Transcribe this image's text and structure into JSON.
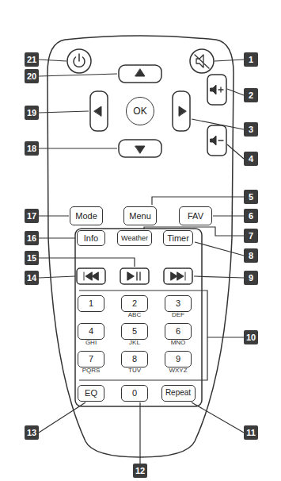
{
  "diagram": {
    "nodes": [
      {
        "text": [
          "OK"
        ]
      },
      {
        "text": [
          "Mode"
        ]
      },
      {
        "text": [
          "Menu"
        ]
      },
      {
        "text": [
          "FAV"
        ]
      },
      {
        "text": [
          "Info"
        ]
      },
      {
        "text": [
          "Weather"
        ]
      },
      {
        "text": [
          "Timer"
        ]
      },
      {
        "text": [
          "1"
        ]
      },
      {
        "text": [
          "2",
          "ABC"
        ]
      },
      {
        "text": [
          "3",
          "DEF"
        ]
      },
      {
        "text": [
          "4",
          "GHI"
        ]
      },
      {
        "text": [
          "5",
          "JKL"
        ]
      },
      {
        "text": [
          "6",
          "MNO"
        ]
      },
      {
        "text": [
          "7",
          "PQRS"
        ]
      },
      {
        "text": [
          "8",
          "TUV"
        ]
      },
      {
        "text": [
          "9",
          "WXYZ"
        ]
      },
      {
        "text": [
          "EQ"
        ]
      },
      {
        "text": [
          "0"
        ]
      },
      {
        "text": [
          "Repeat"
        ]
      }
    ],
    "labels": [
      "21",
      "1",
      "20",
      "2",
      "19",
      "3",
      "18",
      "4",
      "5",
      "17",
      "6",
      "16",
      "7",
      "15",
      "8",
      "14",
      "9",
      "10",
      "13",
      "11",
      "12"
    ]
  }
}
